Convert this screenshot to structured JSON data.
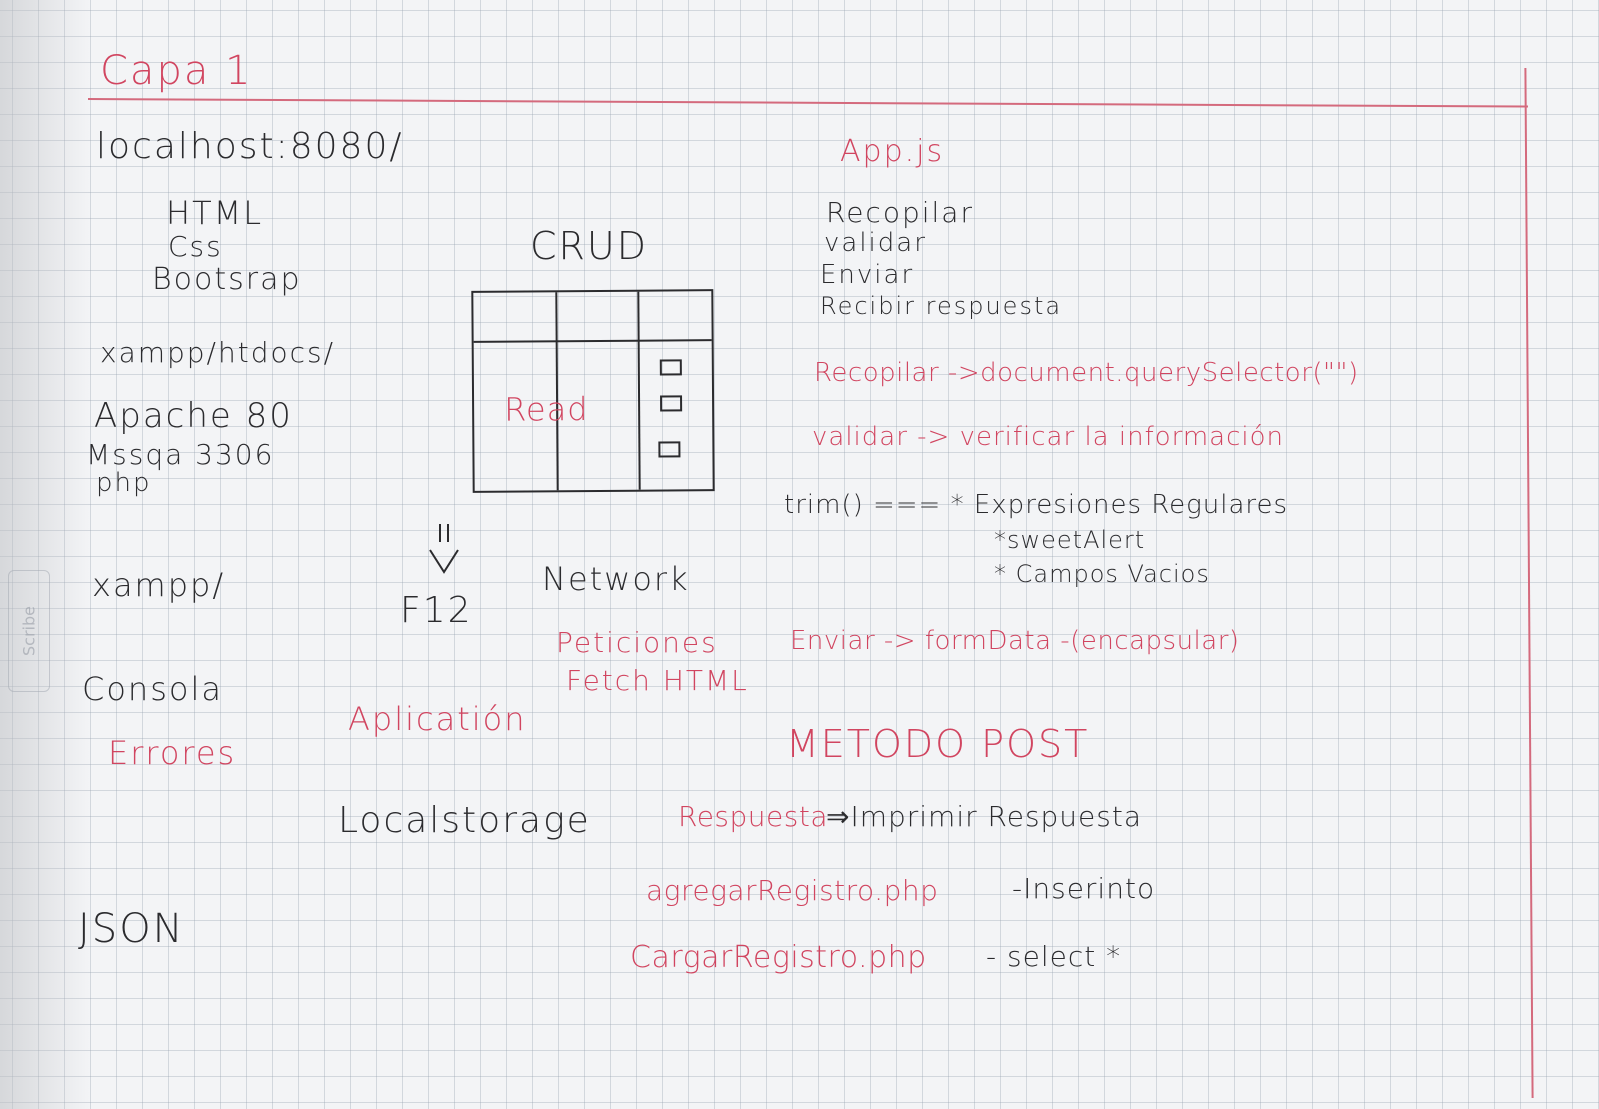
{
  "colors": {
    "ink_black": "#2b2b2e",
    "ink_red": "#d14560",
    "grid": "#a5acb8",
    "rule": "#d46a7d"
  },
  "side_tab": {
    "label": "Scribe"
  },
  "left": {
    "title": "Capa 1",
    "localhost": "localhost:8080/",
    "tech": [
      "HTML",
      "Css",
      "Bootsrap"
    ],
    "xampp_htdocs": "xampp/htdocs/",
    "apache": "Apache 80",
    "mssqa": "Mssqa 3306",
    "php": "php",
    "xampp": "xampp/",
    "consola": "Consola",
    "errores": "Errores",
    "json": "JSON"
  },
  "middle": {
    "crud": "CRUD",
    "read": "Read",
    "f12": "F12",
    "network": "Network",
    "peticiones": "Peticiones",
    "fetch": "Fetch HTML",
    "aplication": "Aplicatión",
    "localstorage": "Localstorage"
  },
  "right": {
    "appjs": "App.js",
    "steps": [
      "Recopilar",
      "validar",
      "Enviar",
      "Recibir respuesta"
    ],
    "recopilar_line": "Recopilar ->document.querySelector(\"\")",
    "validar_line": "validar -> verificar la información",
    "trim_line": "trim() === * Expresiones Regulares",
    "sweet": "*sweetAlert",
    "campos": "* Campos Vacios",
    "enviar_line": "Enviar -> formData -(encapsular)",
    "metodo": "METODO POST",
    "respuesta_red": "Respuesta",
    "respuesta_black": "⇒Imprimir Respuesta",
    "agregar_red": "agregarRegistro.php",
    "agregar_black": "-Inserinto",
    "cargar_red": "CargarRegistro.php",
    "cargar_black": "- select *"
  }
}
